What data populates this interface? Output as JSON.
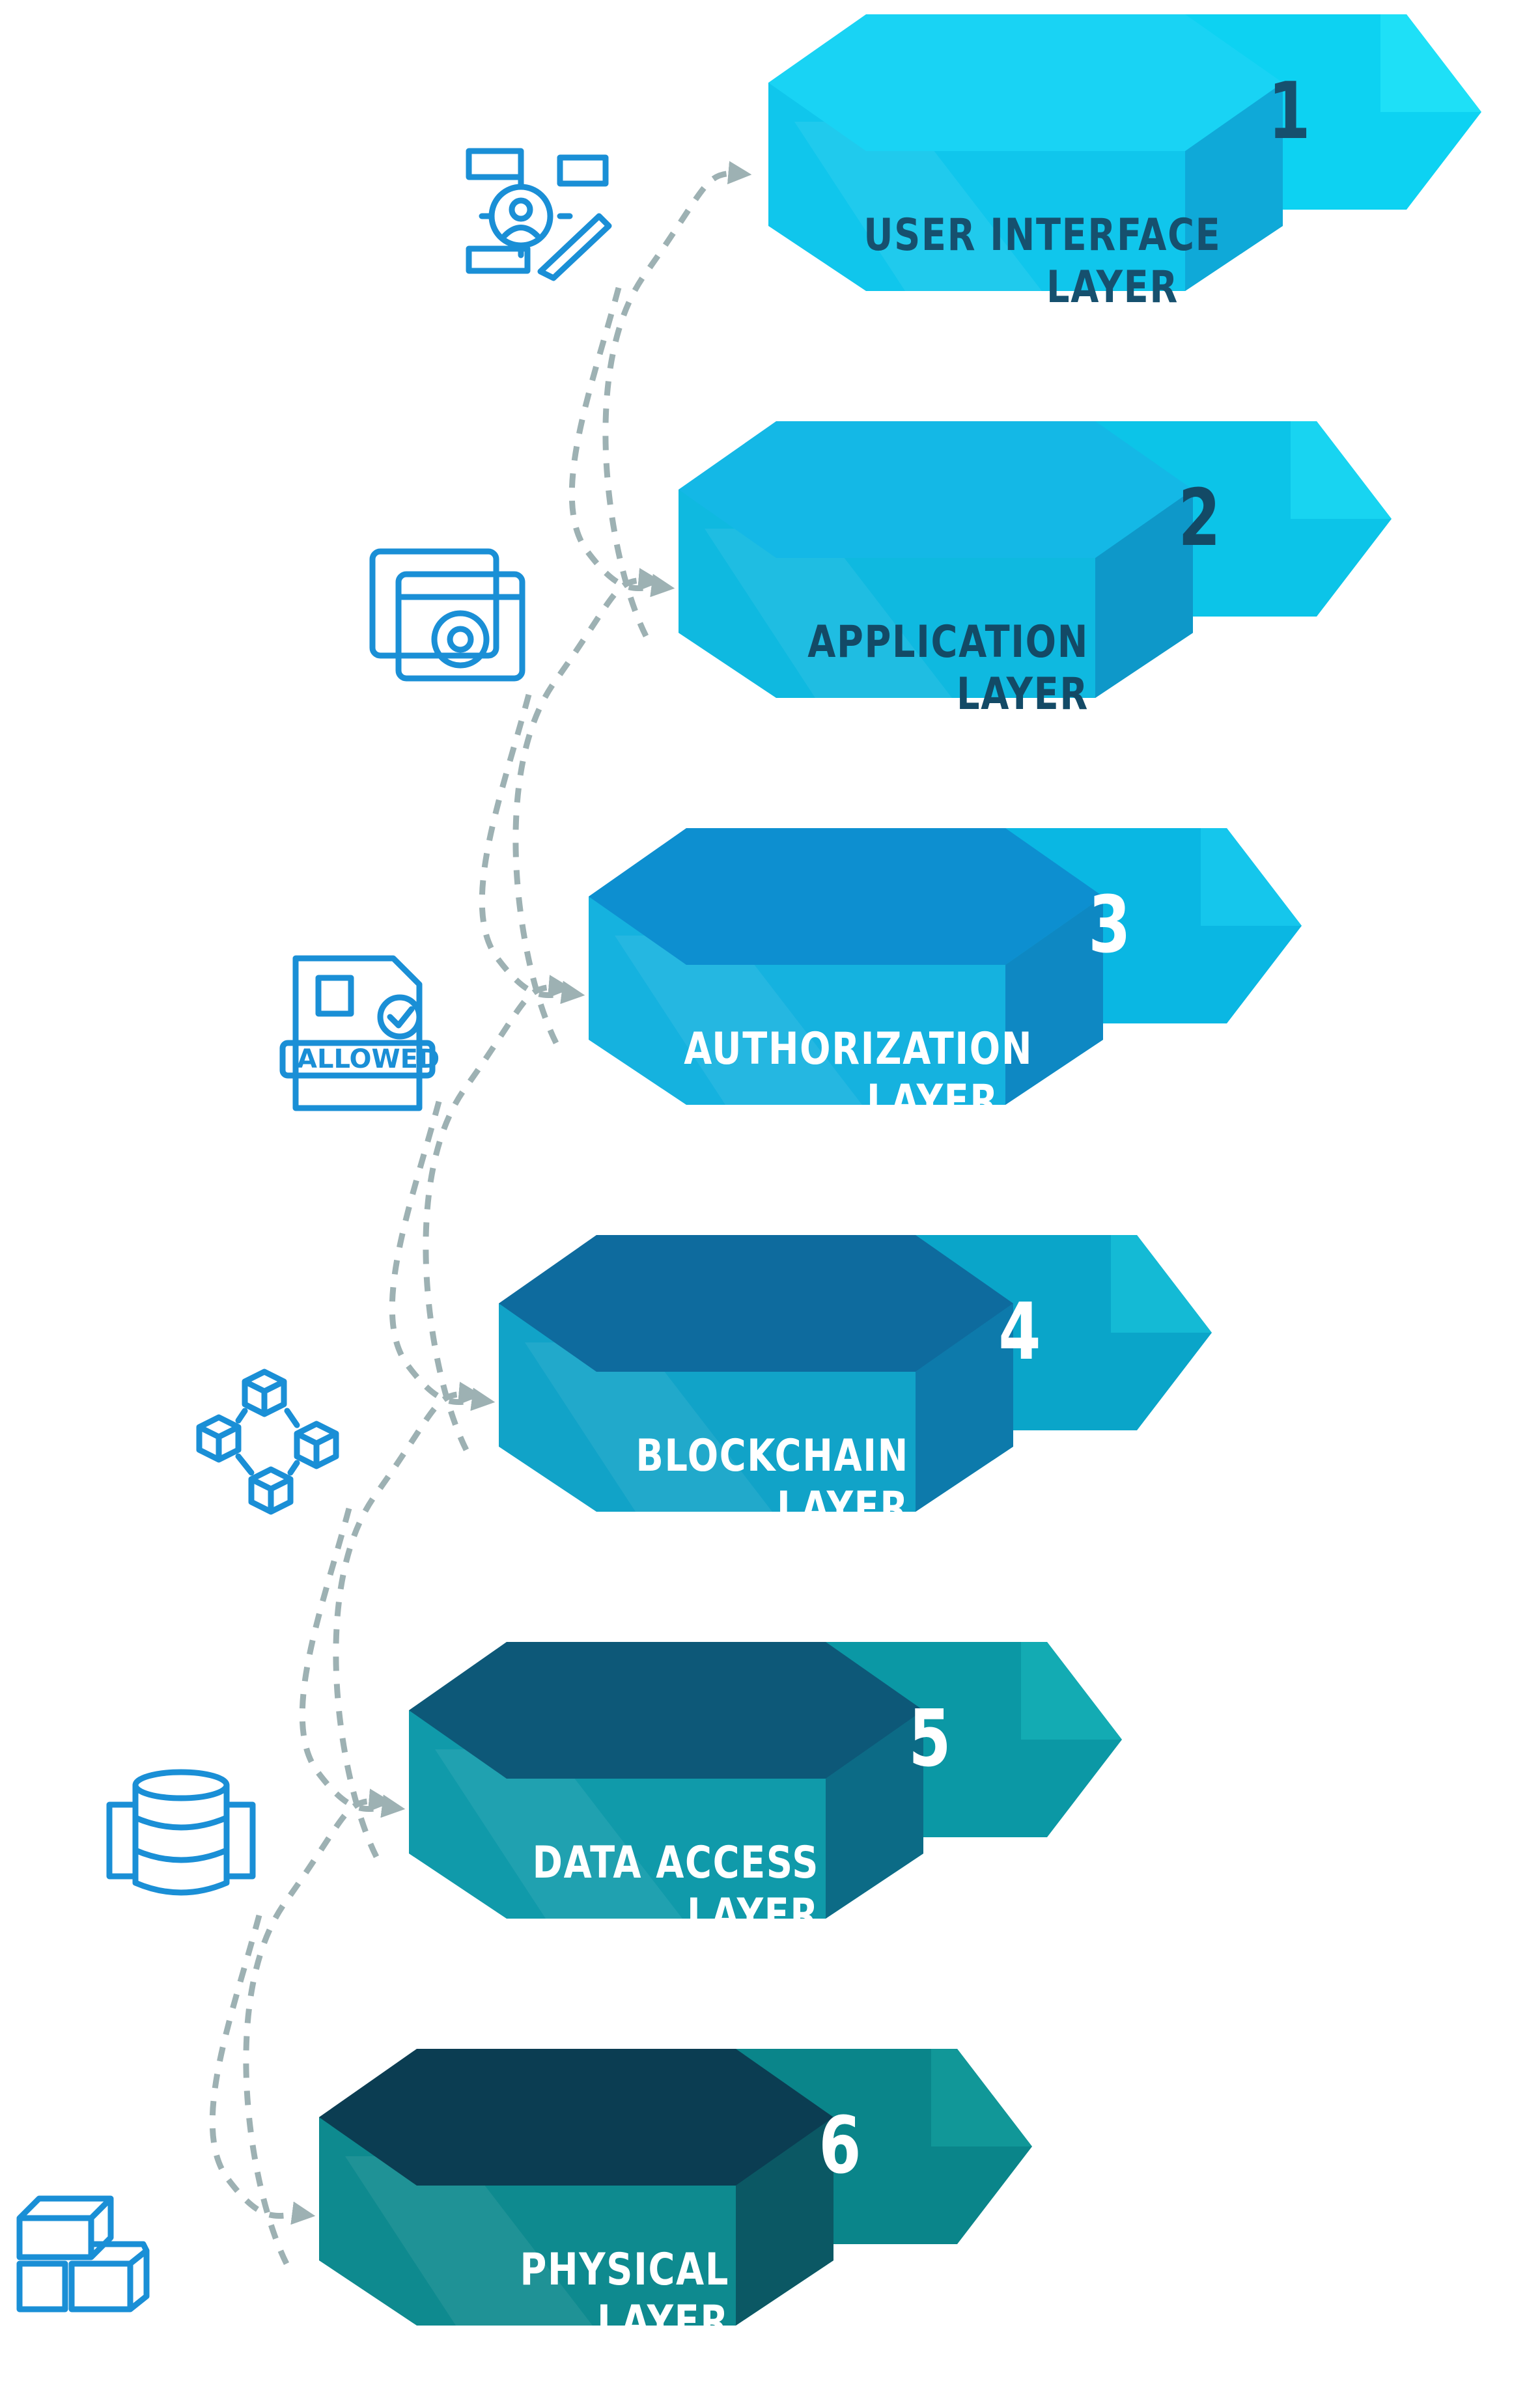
{
  "colors": {
    "connector": "#9db1b3",
    "icon": "#1a8fd6",
    "label_dark": "#12415a",
    "label_light": "#ffffff"
  },
  "layers": [
    {
      "number": "1",
      "line1": "USER INTERFACE",
      "line2": "LAYER",
      "top": "#19d3f4",
      "front": "#10c6ec",
      "side": "#0fa9d8",
      "tab": "#0dd2f2",
      "tab_tip": "#23e4f8",
      "label_color": "#16506e",
      "num_color": "#16506e",
      "icon": "ui-design-icon"
    },
    {
      "number": "2",
      "line1": "APPLICATION",
      "line2": "LAYER",
      "top": "#14b8e6",
      "front": "#0fb9e0",
      "side": "#0e98c9",
      "tab": "#0cc4e8",
      "tab_tip": "#1bd8f2",
      "label_color": "#134a66",
      "num_color": "#134a66",
      "icon": "application-settings-icon"
    },
    {
      "number": "3",
      "line1": "AUTHORIZATION",
      "line2": "LAYER",
      "top": "#0d8fd0",
      "front": "#15b2df",
      "side": "#0e88c3",
      "tab": "#0ab7e3",
      "tab_tip": "#18c9ee",
      "label_color": "#ffffff",
      "num_color": "#ffffff",
      "icon": "allowed-document-icon"
    },
    {
      "number": "4",
      "line1": "BLOCKCHAIN",
      "line2": "LAYER",
      "top": "#0e6b9e",
      "front": "#11a3c8",
      "side": "#0d7aab",
      "tab": "#0aa5c9",
      "tab_tip": "#17bfd8",
      "label_color": "#ffffff",
      "num_color": "#ffffff",
      "icon": "blockchain-icon"
    },
    {
      "number": "5",
      "line1": "DATA ACCESS",
      "line2": "LAYER",
      "top": "#0d5878",
      "front": "#109aaa",
      "side": "#0c6b86",
      "tab": "#0b98a5",
      "tab_tip": "#15b0b6",
      "label_color": "#ffffff",
      "num_color": "#ffffff",
      "icon": "database-icon"
    },
    {
      "number": "6",
      "line1": "PHYSICAL",
      "line2": "LAYER",
      "top": "#0b3d52",
      "front": "#0e8a8f",
      "side": "#0b5864",
      "tab": "#0a858a",
      "tab_tip": "#139b9b",
      "label_color": "#ffffff",
      "num_color": "#ffffff",
      "icon": "physical-blocks-icon"
    }
  ]
}
